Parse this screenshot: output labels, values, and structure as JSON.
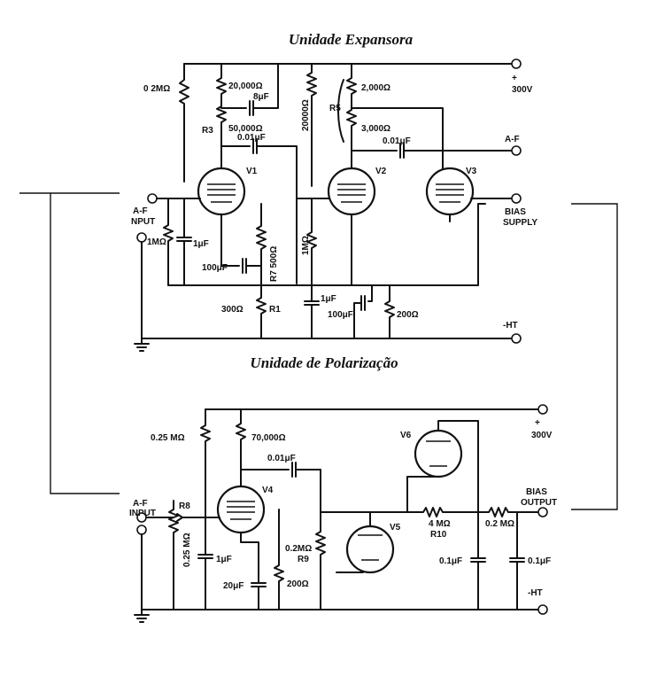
{
  "titles": {
    "expander": "Unidade Expansora",
    "bias": "Unidade de Polarização"
  },
  "expander": {
    "plate_voltage": "300V",
    "af_out": "A-F",
    "bias_supply": [
      "BIAS",
      "SUPPLY"
    ],
    "af_input": [
      "A-F",
      "NPUT"
    ],
    "minus_ht": "-HT",
    "tubes": [
      "V1",
      "V2",
      "V3"
    ],
    "resistors": {
      "r_grid": "0 2MΩ",
      "r_20k": "20,000Ω",
      "r3_label": "R3",
      "r_50k": "50,000Ω",
      "r_20000_vert": "20000Ω",
      "r5_label": "R5",
      "r_2k": "2,000Ω",
      "r_3k": "3,000Ω",
      "r_in": "1MΩ",
      "r7": "R7 500Ω",
      "r_1m": "1MΩ",
      "r_300": "300Ω",
      "r1_label": "R1",
      "r_200": "200Ω"
    },
    "capacitors": {
      "c_8u": "8μF",
      "c_01a": "0.01μF",
      "c_01b": "0.01μF",
      "c_1u": "1μF",
      "c_100a": "100μF",
      "c_1u_b": "1μF",
      "c_100b": "100μF"
    }
  },
  "bias_unit": {
    "plate_voltage": "300V",
    "bias_output": [
      "BIAS",
      "OUTPUT"
    ],
    "af_input": [
      "A-F",
      "INPUT"
    ],
    "minus_ht": "-HT",
    "tubes": [
      "V4",
      "V5",
      "V6"
    ],
    "resistors": {
      "r_025": "0.25 MΩ",
      "r_70k": "70,000Ω",
      "r8_label": "R8",
      "r8_value": "0.25 MΩ",
      "r9_value": "0.2MΩ",
      "r9_label": "R9",
      "r_200": "200Ω",
      "r10_value": "4 MΩ",
      "r10_label": "R10",
      "r_02": "0.2 MΩ"
    },
    "capacitors": {
      "c_01": "0.01μF",
      "c_1u": "1μF",
      "c_20u": "20μF",
      "c_01a": "0.1μF",
      "c_01b": "0.1μF"
    }
  }
}
